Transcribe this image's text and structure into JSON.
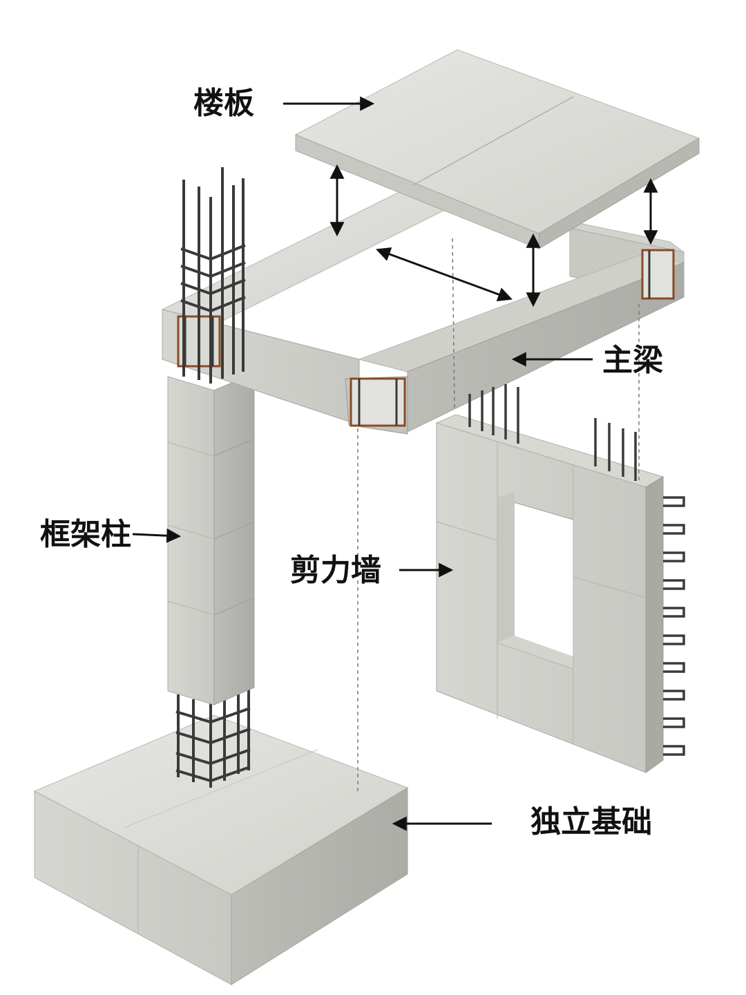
{
  "labels": {
    "slab": "楼板",
    "main_beam": "主梁",
    "frame_column": "框架柱",
    "shear_wall": "剪力墙",
    "isolated_footing": "独立基础"
  },
  "colors": {
    "concrete_light": "#dcdcd8",
    "concrete_mid": "#c4c4bf",
    "concrete_dark": "#a9a9a4",
    "rebar": "#3a3a3a",
    "rust": "#8a4a25",
    "arrow": "#111111"
  }
}
